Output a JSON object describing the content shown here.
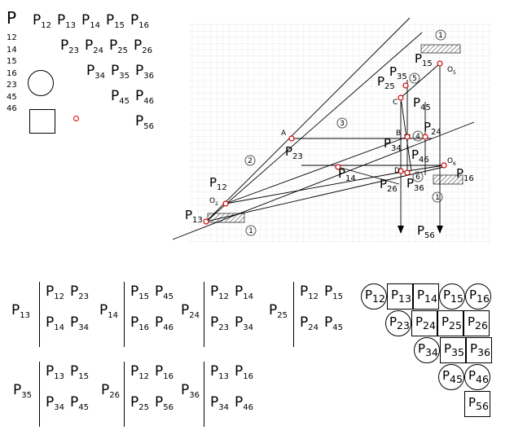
{
  "legend": {
    "p_label": "P",
    "subscripts": [
      "12",
      "14",
      "15",
      "16",
      "23",
      "45",
      "46"
    ],
    "row1": [
      "12",
      "13",
      "14",
      "15",
      "16"
    ],
    "row2": [
      "23",
      "24",
      "25",
      "26"
    ],
    "row3": [
      "34",
      "35",
      "36"
    ],
    "row4": [
      "45",
      "46"
    ],
    "row5": [
      "56"
    ]
  },
  "diagram": {
    "point_labels": {
      "A": "A",
      "B": "B",
      "C": "C",
      "D": "D",
      "O2": "O",
      "O2sub": "2",
      "O5": "O",
      "O5sub": "5",
      "O6": "O",
      "O6sub": "6"
    },
    "pole_labels": [
      {
        "id": "p12",
        "sub": "12"
      },
      {
        "id": "p13",
        "sub": "13"
      },
      {
        "id": "p14",
        "sub": "14"
      },
      {
        "id": "p15",
        "sub": "15"
      },
      {
        "id": "p16",
        "sub": "16"
      },
      {
        "id": "p23",
        "sub": "23"
      },
      {
        "id": "p24",
        "sub": "24"
      },
      {
        "id": "p25",
        "sub": "25"
      },
      {
        "id": "p26",
        "sub": "26"
      },
      {
        "id": "p34",
        "sub": "34"
      },
      {
        "id": "p35",
        "sub": "35"
      },
      {
        "id": "p36",
        "sub": "36"
      },
      {
        "id": "p45",
        "sub": "45"
      },
      {
        "id": "p46",
        "sub": "46"
      },
      {
        "id": "p56",
        "sub": "56"
      }
    ],
    "link_numbers": [
      "1",
      "2",
      "3",
      "4",
      "5",
      "6",
      "1",
      "1"
    ]
  },
  "table": {
    "groups": [
      {
        "main": "13",
        "pairs": [
          [
            "12",
            "23"
          ],
          [
            "14",
            "34"
          ]
        ]
      },
      {
        "main": "14",
        "pairs": [
          [
            "15",
            "45"
          ],
          [
            "16",
            "46"
          ]
        ]
      },
      {
        "main": "24",
        "pairs": [
          [
            "12",
            "14"
          ],
          [
            "23",
            "34"
          ]
        ]
      },
      {
        "main": "25",
        "pairs": [
          [
            "12",
            "15"
          ],
          [
            "24",
            "45"
          ]
        ]
      },
      {
        "main": "35",
        "pairs": [
          [
            "13",
            "15"
          ],
          [
            "34",
            "45"
          ]
        ]
      },
      {
        "main": "26",
        "pairs": [
          [
            "12",
            "16"
          ],
          [
            "25",
            "56"
          ]
        ]
      },
      {
        "main": "36",
        "pairs": [
          [
            "13",
            "16"
          ],
          [
            "34",
            "46"
          ]
        ]
      }
    ]
  },
  "circle_diagram": {
    "row1": [
      "12",
      "13",
      "14",
      "15",
      "16"
    ],
    "row2": [
      "23",
      "24",
      "25",
      "26"
    ],
    "row3": [
      "34",
      "35",
      "36"
    ],
    "row4": [
      "45",
      "46"
    ],
    "row5": [
      "56"
    ]
  }
}
